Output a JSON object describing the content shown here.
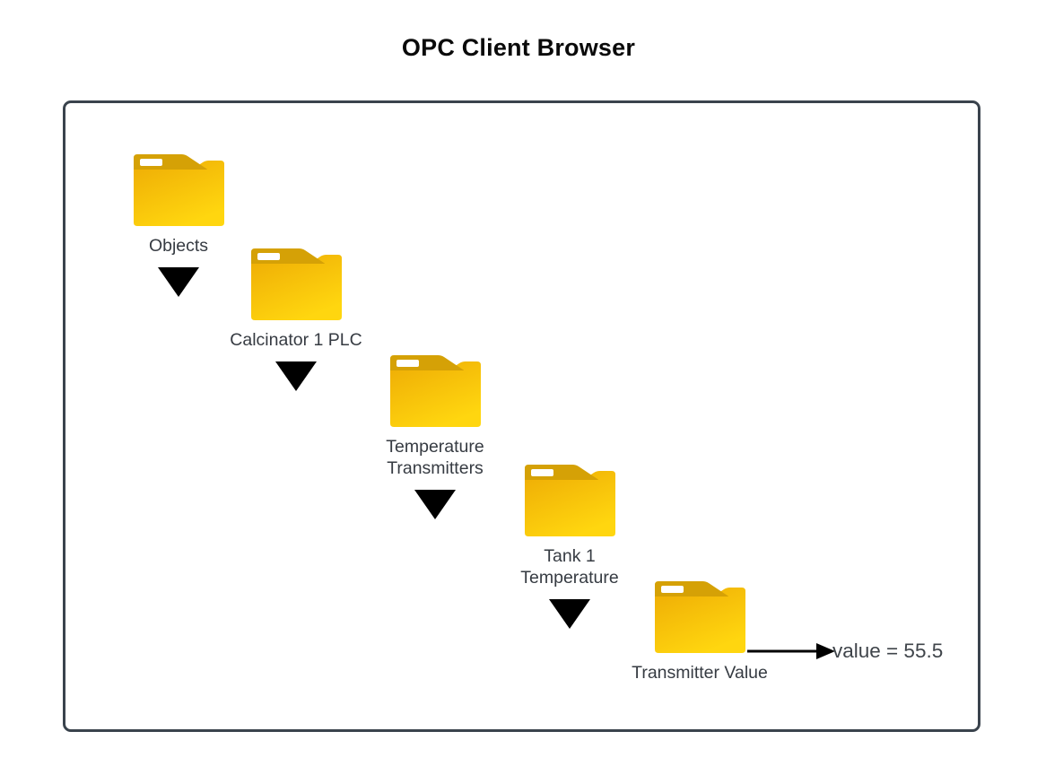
{
  "title": "OPC Client Browser",
  "colors": {
    "panel_border": "#3A434D",
    "folder_tab": "#D5A106",
    "folder_body_top": "#EEAC05",
    "folder_body_bottom": "#FFD60F",
    "folder_label_strip": "#FFFFFF",
    "expander": "#000000",
    "arrow": "#000000",
    "label_text": "#363B42",
    "value_text": "#3F444A",
    "background": "#FFFFFF"
  },
  "tree": {
    "nodes": [
      {
        "label": "Objects",
        "icon": "folder-icon",
        "expander_icon": "triangle-down-icon"
      },
      {
        "label": "Calcinator 1 PLC",
        "icon": "folder-icon",
        "expander_icon": "triangle-down-icon"
      },
      {
        "label": "Temperature\nTransmitters",
        "icon": "folder-icon",
        "expander_icon": "triangle-down-icon"
      },
      {
        "label": "Tank 1\nTemperature",
        "icon": "folder-icon",
        "expander_icon": "triangle-down-icon"
      },
      {
        "label": "Transmitter Value",
        "icon": "folder-icon",
        "value_text": "value = 55.5"
      }
    ]
  }
}
